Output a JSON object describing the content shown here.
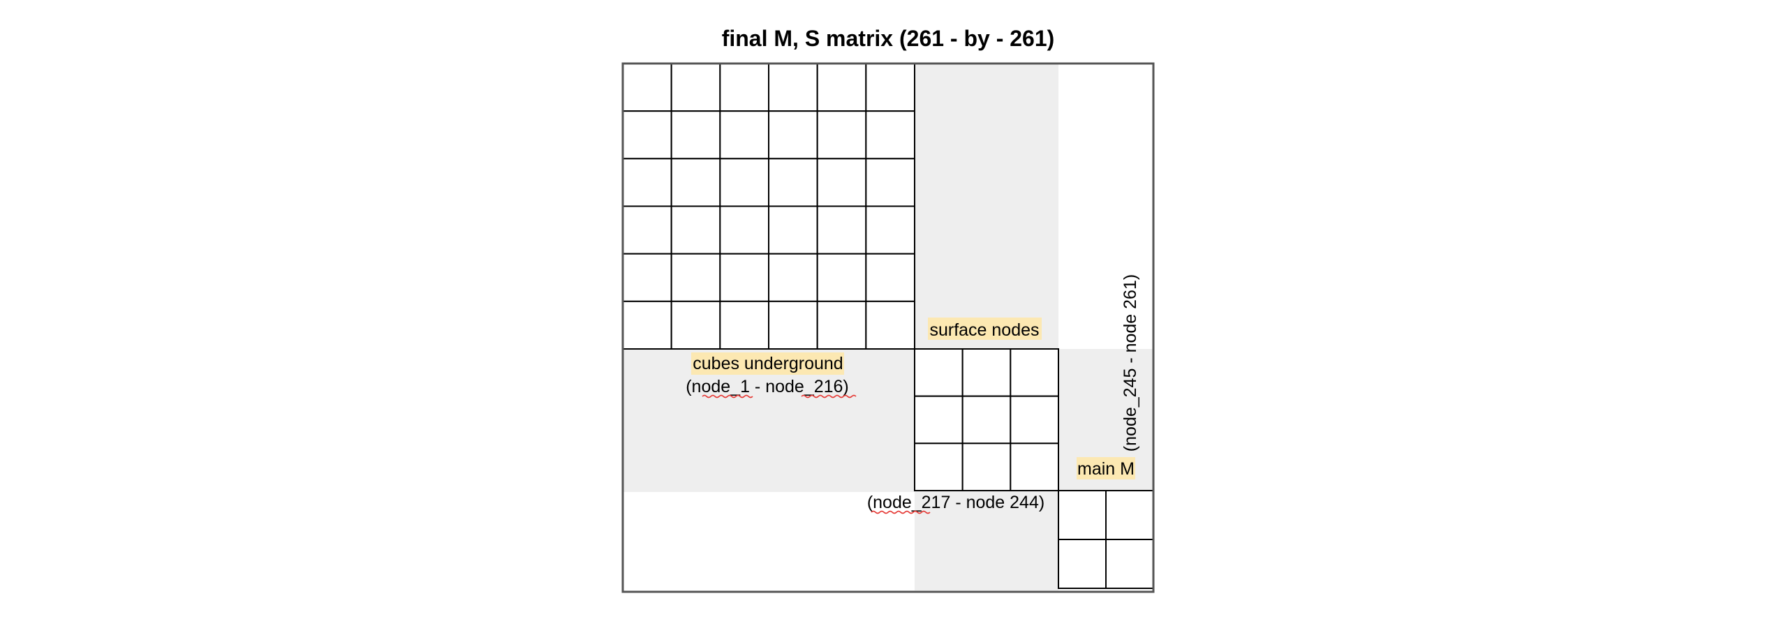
{
  "title": "final M, S matrix (261 - by - 261)",
  "labels": {
    "surface_nodes": "surface nodes",
    "cubes_underground": "cubes underground",
    "range_underground": "(node_1 - node_216)",
    "range_surface": "(node_217 - node 244)",
    "main_m": "main M",
    "range_main": "(node_245 - node 261)"
  },
  "blocks": {
    "underground": {
      "rows": 6,
      "cols": 6
    },
    "surface": {
      "rows": 3,
      "cols": 3
    },
    "main": {
      "rows": 2,
      "cols": 2
    }
  },
  "colors": {
    "shade": "#eeeeee",
    "highlight": "#fce8b2",
    "grid_line": "#000000",
    "frame": "#555555",
    "spellcheck": "#e53935"
  }
}
